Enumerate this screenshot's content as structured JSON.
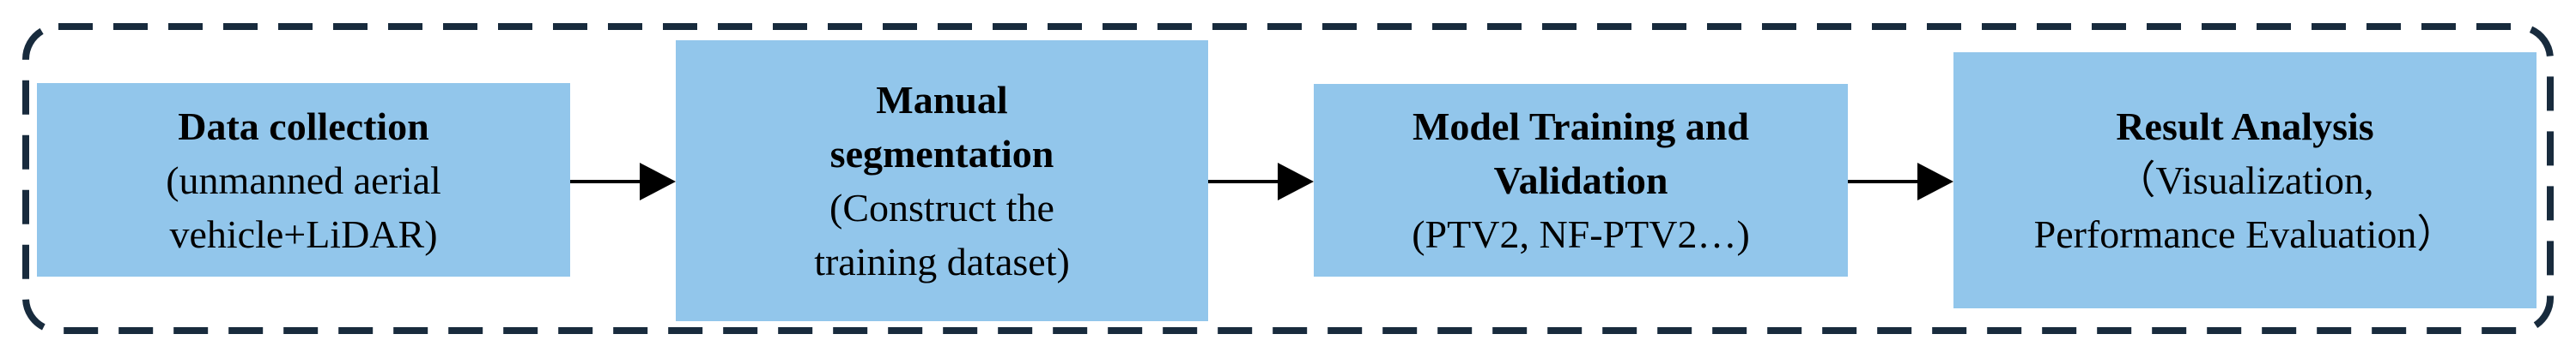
{
  "colors": {
    "box_fill": "#92C6EB",
    "frame_border": "#182B3D",
    "arrow": "#000000",
    "text": "#000000"
  },
  "boxes": [
    {
      "name": "data-collection",
      "title_lines": [
        "Data collection"
      ],
      "detail_lines": [
        "(unmanned aerial",
        "vehicle+LiDAR)"
      ]
    },
    {
      "name": "manual-segmentation",
      "title_lines": [
        "Manual",
        "segmentation"
      ],
      "detail_lines": [
        "(Construct the",
        "training dataset)"
      ]
    },
    {
      "name": "model-training-and-validation",
      "title_lines": [
        "Model Training and",
        "Validation"
      ],
      "detail_lines": [
        "(PTV2, NF-PTV2…)"
      ]
    },
    {
      "name": "result-analysis",
      "title_lines": [
        "Result Analysis"
      ],
      "detail_lines": [
        "（Visualization,",
        "Performance Evaluation）"
      ]
    }
  ]
}
